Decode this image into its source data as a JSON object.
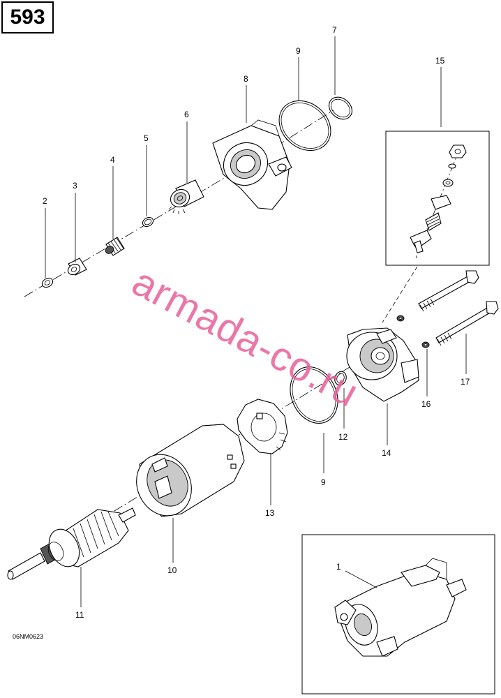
{
  "page_number": "593",
  "figure_code": "06NM0623",
  "watermark": "armada-co.ru",
  "callouts": {
    "c1": "1",
    "c2": "2",
    "c3": "3",
    "c4": "4",
    "c5": "5",
    "c6": "6",
    "c7": "7",
    "c8": "8",
    "c9a": "9",
    "c9b": "9",
    "c10": "10",
    "c11": "11",
    "c12": "12",
    "c13": "13",
    "c14": "14",
    "c15": "15",
    "c16": "16",
    "c17": "17"
  }
}
